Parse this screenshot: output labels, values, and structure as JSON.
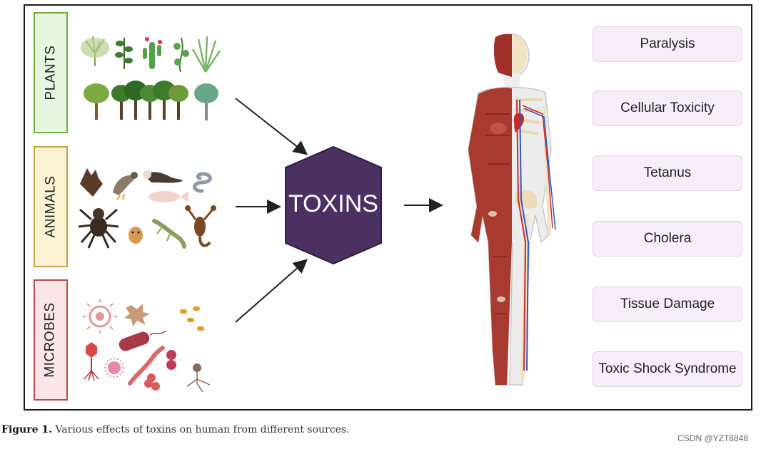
{
  "sources": [
    {
      "label": "PLANTS",
      "border_color": "#6fae3f",
      "fill_color": "#e6f6e1"
    },
    {
      "label": "ANIMALS",
      "border_color": "#c7a14a",
      "fill_color": "#fbf2d2"
    },
    {
      "label": "MICROBES",
      "border_color": "#b84a4a",
      "fill_color": "#fae6e6"
    }
  ],
  "center": {
    "label": "TOXINS",
    "fill_color": "#4a3161"
  },
  "effects": [
    "Paralysis",
    "Cellular Toxicity",
    "Tetanus",
    "Cholera",
    "Tissue Damage",
    "Toxic Shock Syndrome"
  ],
  "effect_style": {
    "fill_color": "#f5eef7",
    "border_color": "#e4d2ea"
  },
  "caption": {
    "label": "Figure 1.",
    "text": "Various effects of toxins on human from different sources."
  },
  "watermark": "CSDN @YZT8848",
  "icons": {
    "plants": [
      "shrub-icon",
      "herb-icon",
      "cactus-icon",
      "vine-icon",
      "grass-icon",
      "tree-icon",
      "forest-icon",
      "tree-icon"
    ],
    "animals": [
      "bat-icon",
      "falcon-icon",
      "ferret-icon",
      "snake-icon",
      "tarantula-icon",
      "fish-icon",
      "hamster-icon",
      "lizard-icon",
      "scorpion-icon"
    ],
    "microbes": [
      "virus-icon",
      "amoeba-icon",
      "bacteria-icon",
      "bacillus-icon",
      "bacteriophage-icon",
      "coronavirus-icon",
      "spirillum-icon",
      "coccus-icon",
      "fungus-icon"
    ]
  }
}
